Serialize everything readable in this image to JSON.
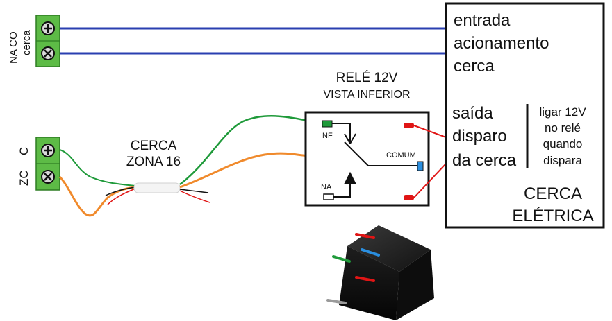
{
  "terminal_block_top": {
    "label_outer": "NA CO",
    "label_inner": "cerca"
  },
  "terminal_block_bottom": {
    "label_c": "C",
    "label_zc": "ZC"
  },
  "cable": {
    "label_line1": "CERCA",
    "label_line2": "ZONA 16"
  },
  "relay": {
    "title": "RELÉ 12V",
    "subtitle": "VISTA INFERIOR",
    "pin_nf": "NF",
    "pin_comum": "COMUM",
    "pin_na": "NA"
  },
  "fence_box": {
    "input_line1": "entrada",
    "input_line2": "acionamento",
    "input_line3": "cerca",
    "output_line1": "saída",
    "output_line2": "disparo",
    "output_line3": "da cerca",
    "note_line1": "ligar 12V",
    "note_line2": "no relé",
    "note_line3": "quando",
    "note_line4": "dispara",
    "title_line1": "CERCA",
    "title_line2": "ELÉTRICA"
  },
  "colors": {
    "wire_blue": "#2a3fb0",
    "wire_green": "#1f9a3a",
    "wire_orange": "#f08a2c",
    "wire_red": "#e01515",
    "terminal_green": "#5dbb46"
  },
  "icons": [
    "plus-screw-icon",
    "cross-screw-icon",
    "relay-photo"
  ]
}
